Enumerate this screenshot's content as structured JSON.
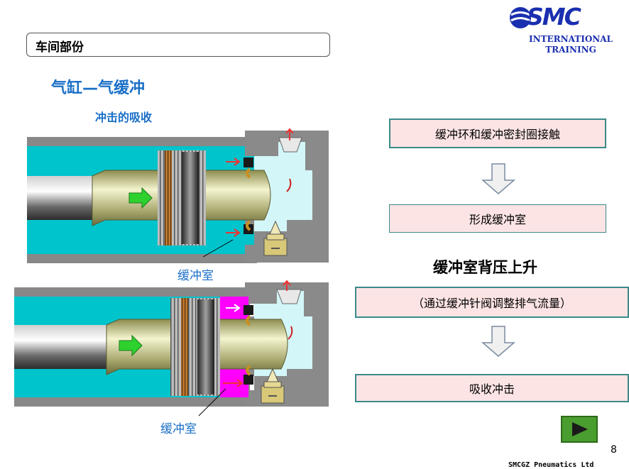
{
  "header": {
    "section": "车间部份"
  },
  "logo": {
    "brand": "SMC",
    "line1": "INTERNATIONAL",
    "line2": "TRAINING"
  },
  "title": "气缸—气缓冲",
  "subtitle": "冲击的吸收",
  "diagram": {
    "chamber_label_top": "缓冲室",
    "chamber_label_bottom": "缓冲室"
  },
  "flow": {
    "step1": "缓冲环和缓冲密封圈接触",
    "step2": "形成缓冲室",
    "heading": "缓冲室背压上升",
    "step3": "（通过缓冲针阀调整排气流量）",
    "step4": "吸收冲击"
  },
  "page_number": "8",
  "footer": "SMCGZ  Pneumatics  Ltd",
  "colors": {
    "accent": "#1a6fc7",
    "cylinder": "#00c4cc",
    "chamber": "#ff00ff",
    "box_fill": "#fde4e4"
  }
}
